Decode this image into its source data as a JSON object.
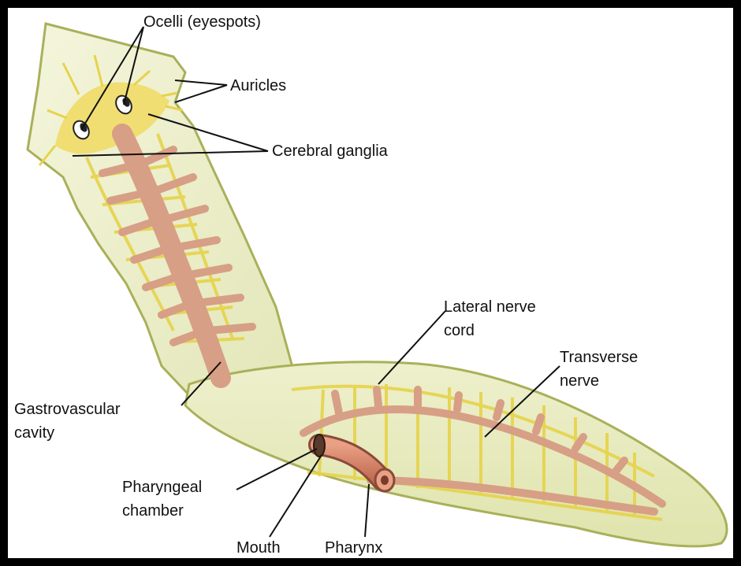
{
  "labels": {
    "ocelli": "Ocelli (eyespots)",
    "auricles": "Auricles",
    "cerebral_ganglia": "Cerebral ganglia",
    "lateral_nerve_cord_1": "Lateral nerve",
    "lateral_nerve_cord_2": "cord",
    "transverse_nerve_1": "Transverse",
    "transverse_nerve_2": "nerve",
    "gastrovascular_1": "Gastrovascular",
    "gastrovascular_2": "cavity",
    "pharyngeal_1": "Pharyngeal",
    "pharyngeal_2": "chamber",
    "mouth": "Mouth",
    "pharynx": "Pharynx"
  },
  "colors": {
    "body_fill": "#eef0cf",
    "body_edge": "#a9b05a",
    "nerve": "#e6d34a",
    "gut": "#d79f86",
    "gut_dark": "#b97a62",
    "pharynx": "#d9826a",
    "leader": "#111111"
  }
}
